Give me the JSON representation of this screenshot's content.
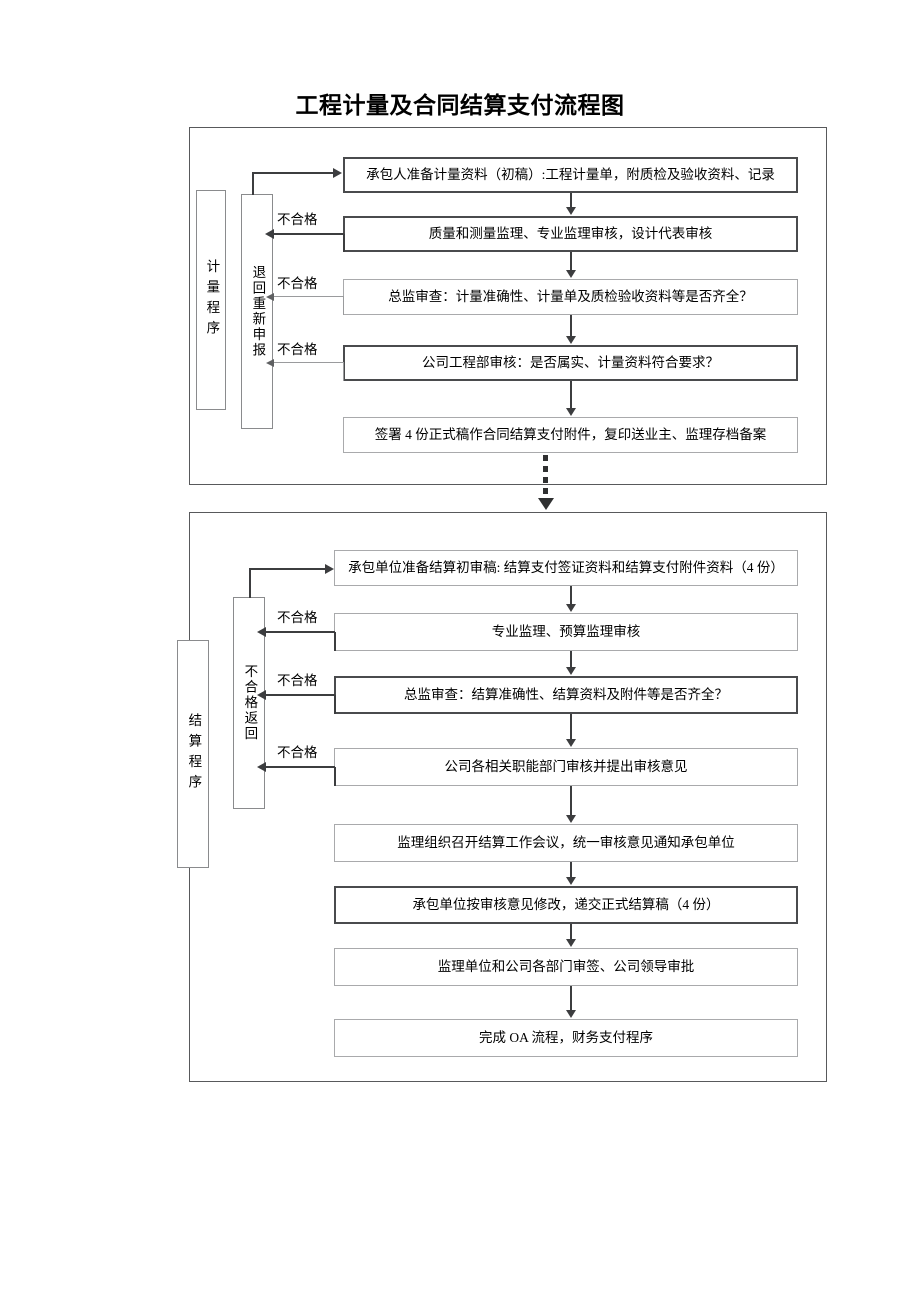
{
  "title": "工程计量及合同结算支付流程图",
  "sections": [
    {
      "id": "measurement",
      "side_label": "计量程序",
      "return_label": "退回重新申报",
      "steps": [
        "承包人准备计量资料（初稿）:工程计量单，附质检及验收资料、记录",
        "质量和测量监理、专业监理审核，设计代表审核",
        "总监审查：计量准确性、计量单及质检验收资料等是否齐全？",
        "公司工程部审核：是否属实、计量资料符合要求？",
        "签署 4 份正式稿作合同结算支付附件，复印送业主、监理存档备案"
      ],
      "reject_labels": [
        "不合格",
        "不合格",
        "不合格"
      ]
    },
    {
      "id": "settlement",
      "side_label": "结算程序",
      "return_label": "不合格返回",
      "steps": [
        "承包单位准备结算初审稿: 结算支付签证资料和结算支付附件资料（4 份）",
        "专业监理、预算监理审核",
        "总监审查：结算准确性、结算资料及附件等是否齐全？",
        "公司各相关职能部门审核并提出审核意见",
        "监理组织召开结算工作会议，统一审核意见通知承包单位",
        "承包单位按审核意见修改，递交正式结算稿（4 份）",
        "监理单位和公司各部门审签、公司领导审批",
        "完成 OA 流程，财务支付程序"
      ],
      "reject_labels": [
        "不合格",
        "不合格",
        "不合格"
      ]
    }
  ]
}
